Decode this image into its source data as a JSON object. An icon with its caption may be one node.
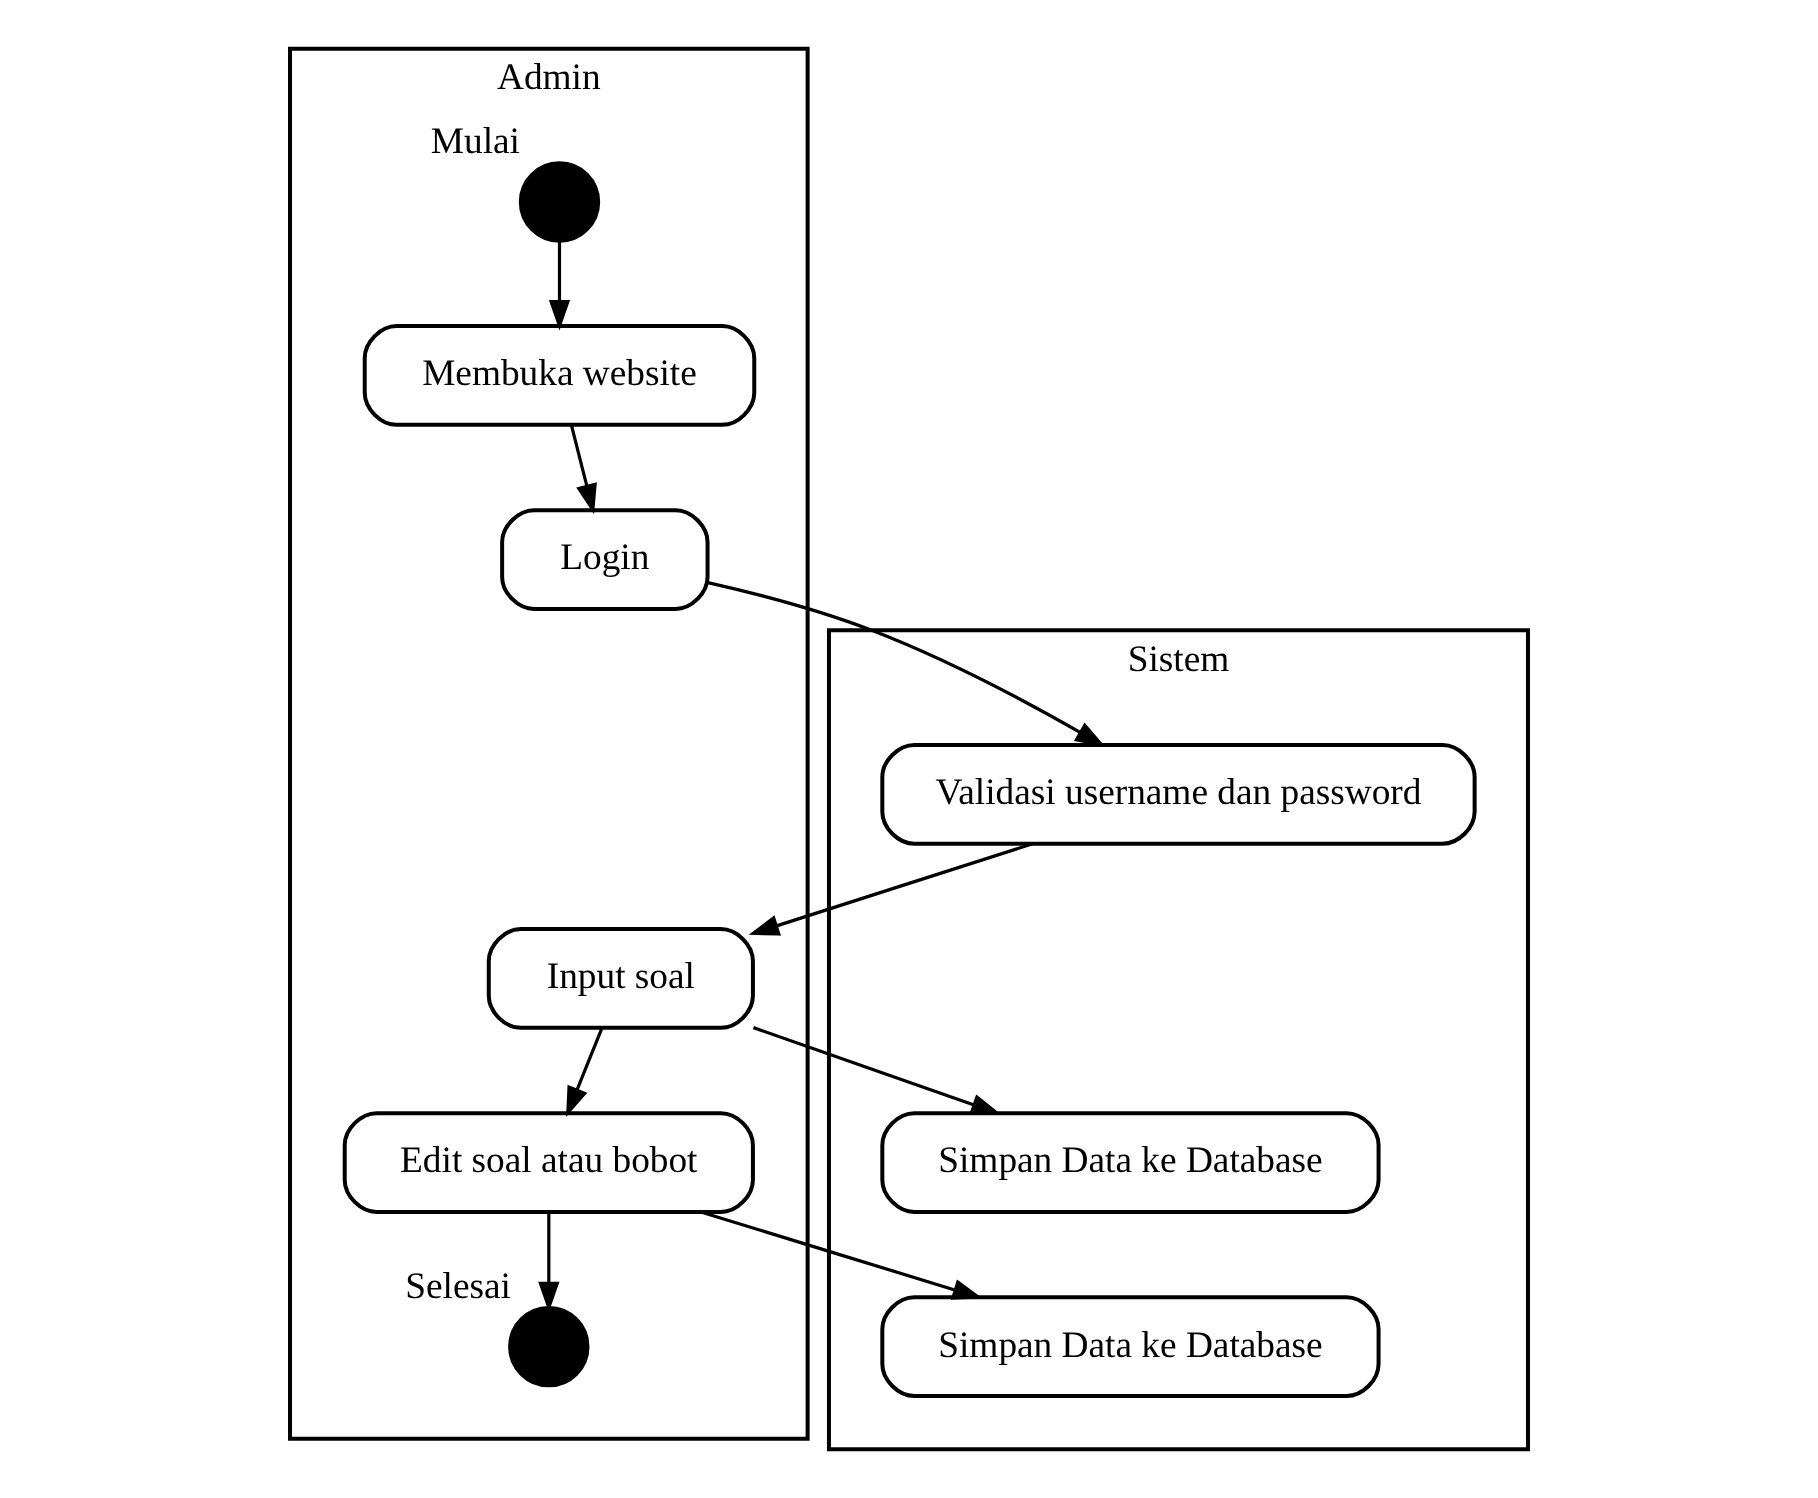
{
  "diagram": {
    "nodes": [
      {
        "text": [
          "Admin"
        ]
      },
      {
        "text": [
          "Sistem"
        ]
      },
      {
        "text": [],
        "shape": "circle",
        "in": 0,
        "beside": [
          "Mulai"
        ]
      },
      {
        "text": [
          "Membuka website"
        ],
        "in": 0
      },
      {
        "text": [
          "Login"
        ],
        "in": 0
      },
      {
        "text": [
          "Input soal"
        ],
        "in": 0
      },
      {
        "text": [
          "Edit soal atau bobot"
        ],
        "in": 0
      },
      {
        "text": [],
        "shape": "circle",
        "in": 0,
        "beside": [
          "Selesai"
        ]
      },
      {
        "text": [
          "Validasi username dan password"
        ],
        "in": 1
      },
      {
        "text": [
          "Simpan Data ke Database"
        ],
        "in": 1
      },
      {
        "text": [
          "Simpan Data ke Database"
        ],
        "in": 1
      }
    ],
    "edges": [
      {
        "from": 2,
        "to": 3,
        "arrow": "to"
      },
      {
        "from": 3,
        "to": 4,
        "arrow": "to"
      },
      {
        "from": 4,
        "to": 8,
        "arrow": "to"
      },
      {
        "from": 8,
        "to": 5,
        "arrow": "to"
      },
      {
        "from": 5,
        "to": 9,
        "arrow": "to"
      },
      {
        "from": 5,
        "to": 6,
        "arrow": "to"
      },
      {
        "from": 6,
        "to": 10,
        "arrow": "to"
      },
      {
        "from": 6,
        "to": 7,
        "arrow": "to"
      }
    ]
  }
}
